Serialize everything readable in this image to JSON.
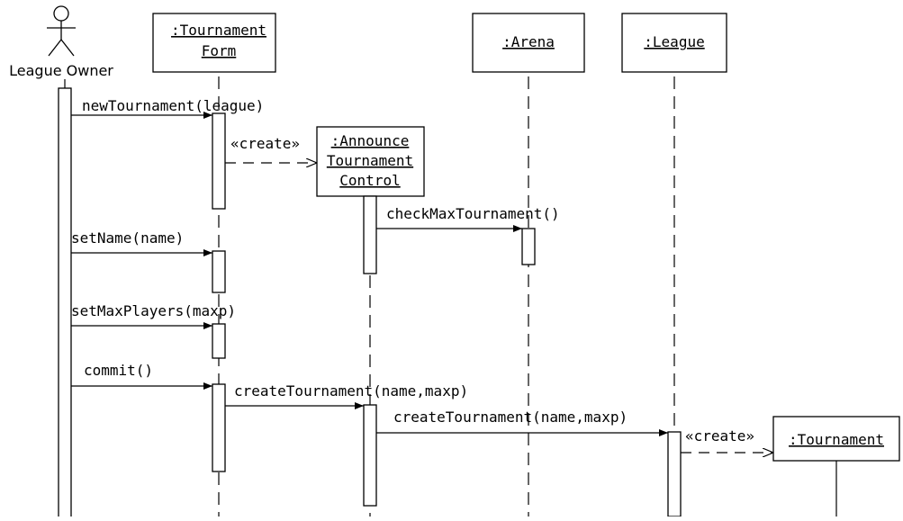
{
  "diagram": {
    "actor": {
      "label": "League Owner"
    },
    "lifelines": {
      "tournament_form": {
        "lines": [
          ":Tournament",
          "Form"
        ]
      },
      "arena": {
        "lines": [
          ":Arena"
        ]
      },
      "league": {
        "lines": [
          ":League"
        ]
      },
      "announce_control": {
        "lines": [
          ":Announce",
          "Tournament",
          "Control"
        ]
      },
      "tournament": {
        "lines": [
          ":Tournament"
        ]
      }
    },
    "messages": {
      "new_tournament": "newTournament(league)",
      "create_control": "«create»",
      "check_max": "checkMaxTournament()",
      "set_name": "setName(name)",
      "set_max_players": "setMaxPlayers(maxp)",
      "commit": "commit()",
      "create_tournament_1": "createTournament(name,maxp)",
      "create_tournament_2": "createTournament(name,maxp)",
      "create_tournament_obj": "«create»"
    }
  }
}
